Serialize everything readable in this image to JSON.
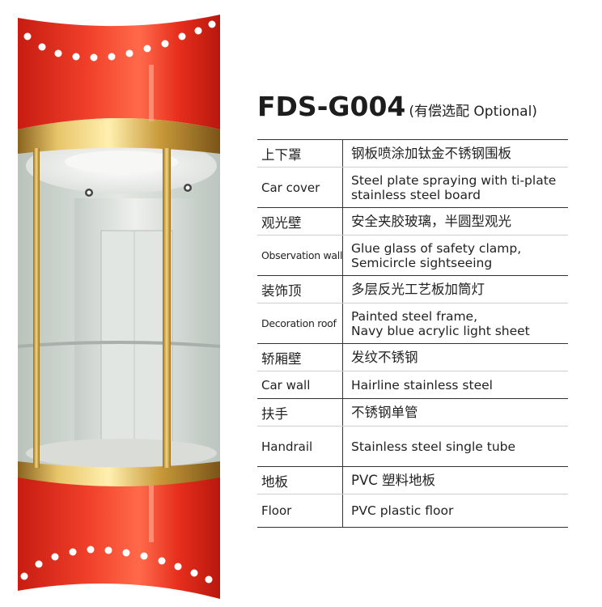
{
  "product": {
    "model": "FDS-G004",
    "optional_note": "(有偿选配 Optional)"
  },
  "colors": {
    "accent_red": "#e0281a",
    "gold": "#c9a043",
    "rule": "#333333"
  },
  "specs": [
    {
      "label_zh": "上下罩",
      "value_zh": "钢板喷涂加钛金不锈钢围板",
      "label_en": "Car cover",
      "value_en": "Steel plate spraying with ti-plate\nstainless steel board"
    },
    {
      "label_zh": "观光壁",
      "value_zh": "安全夹胶玻璃，半圆型观光",
      "label_en": "Observation wall",
      "value_en": "Glue glass of safety clamp,\nSemicircle sightseeing"
    },
    {
      "label_zh": "装饰顶",
      "value_zh": "多层反光工艺板加筒灯",
      "label_en": "Decoration roof",
      "value_en": "Painted steel frame,\nNavy blue acrylic light sheet"
    },
    {
      "label_zh": "轿厢壁",
      "value_zh": "发纹不锈钢",
      "label_en": "Car wall",
      "value_en": "Hairline stainless steel"
    },
    {
      "label_zh": "扶手",
      "value_zh": "不锈钢单管",
      "label_en": "Handrail",
      "value_en": "Stainless steel single tube"
    },
    {
      "label_zh": "地板",
      "value_zh": "PVC 塑料地板",
      "label_en": "Floor",
      "value_en": "PVC plastic floor"
    }
  ]
}
